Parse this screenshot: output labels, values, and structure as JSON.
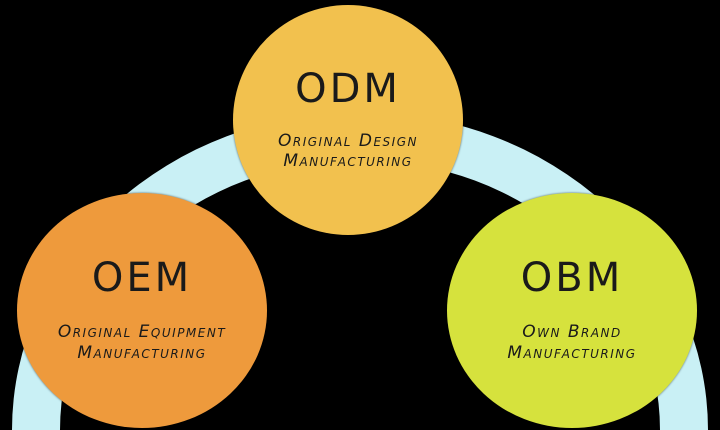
{
  "colors": {
    "background": "#000000",
    "arc": "#c9f0f5",
    "odm": "#f2c14e",
    "oem": "#ee9a3c",
    "obm": "#d6e23d"
  },
  "nodes": {
    "odm": {
      "title": "ODM",
      "line1": "Original Design",
      "line2": "Manufacturing"
    },
    "oem": {
      "title": "OEM",
      "line1": "Original Equipment",
      "line2": "Manufacturing"
    },
    "obm": {
      "title": "OBM",
      "line1": "Own Brand",
      "line2": "Manufacturing"
    }
  }
}
